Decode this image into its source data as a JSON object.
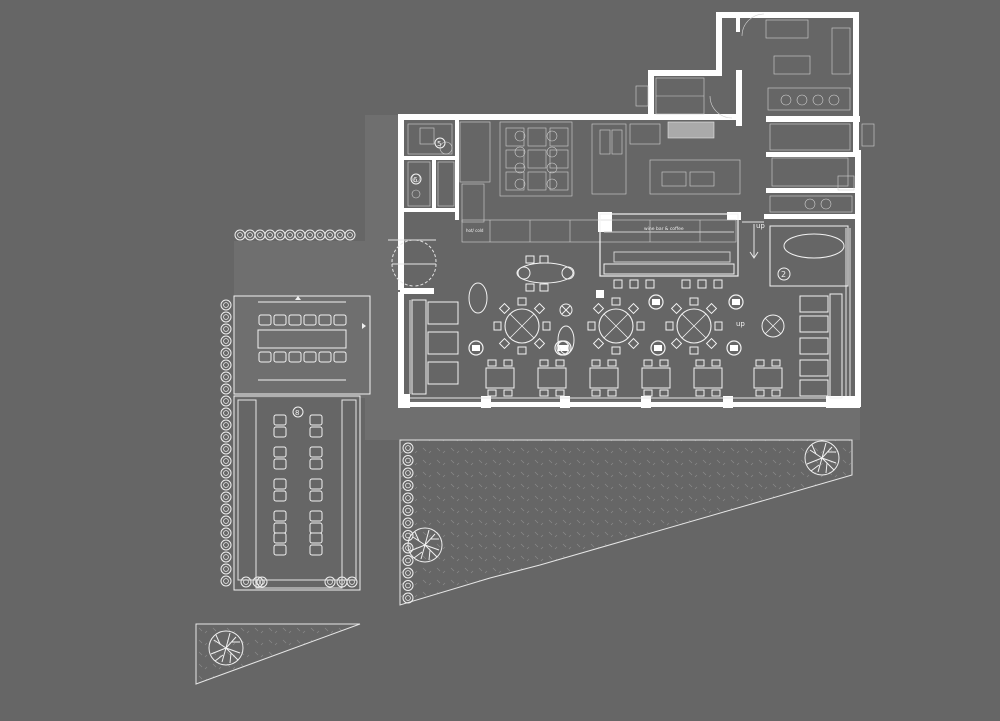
{
  "plan": {
    "room_labels": {
      "r2": "2",
      "r5": "5",
      "r6": "6",
      "r8": "8"
    },
    "stair_labels": {
      "up_east": "up",
      "up_dining": "up"
    },
    "counter_labels": {
      "bar": "wine bar & coffee",
      "kitchen_pass": "hot/ cold"
    },
    "colors": {
      "background": "#666666",
      "ground": "#6f6f6f",
      "walls": "#ffffff",
      "linework": "#e6e6e6"
    }
  }
}
